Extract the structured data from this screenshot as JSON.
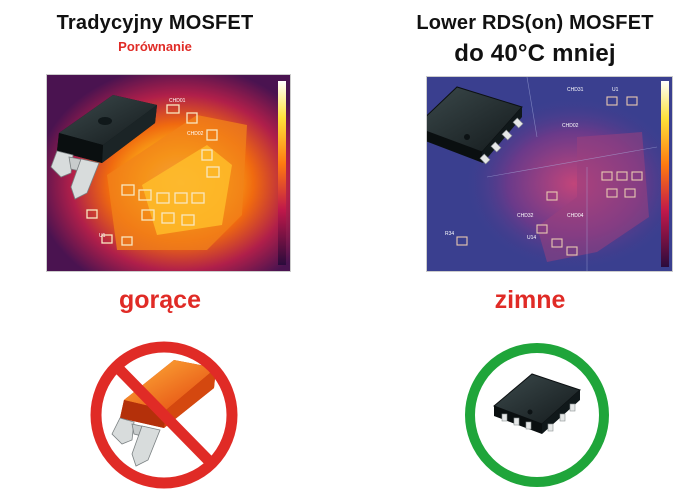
{
  "left": {
    "title": "Tradycyjny MOSFET",
    "subtitle": "Porównanie",
    "label": "gorące",
    "thermal_labels": [
      "CHD01",
      "CHD02",
      "U1"
    ]
  },
  "right": {
    "title_line1": "Lower RDS(on) MOSFET",
    "title_line2": "do 40°C mniej",
    "label": "zimne",
    "thermal_labels": [
      "CHD31",
      "U1",
      "CHD02",
      "CHD32",
      "U14",
      "CHD04",
      "R34"
    ]
  },
  "colors": {
    "hot_label": "#e02b26",
    "prohibited_sign": "#e02b26",
    "approved_ring": "#1fa53a",
    "cool_board": "#3a3f8f",
    "hot_board": "#7a1f5a"
  },
  "icons": {
    "left_badge": "prohibited-sign-icon",
    "right_badge": "approved-ring-icon"
  }
}
